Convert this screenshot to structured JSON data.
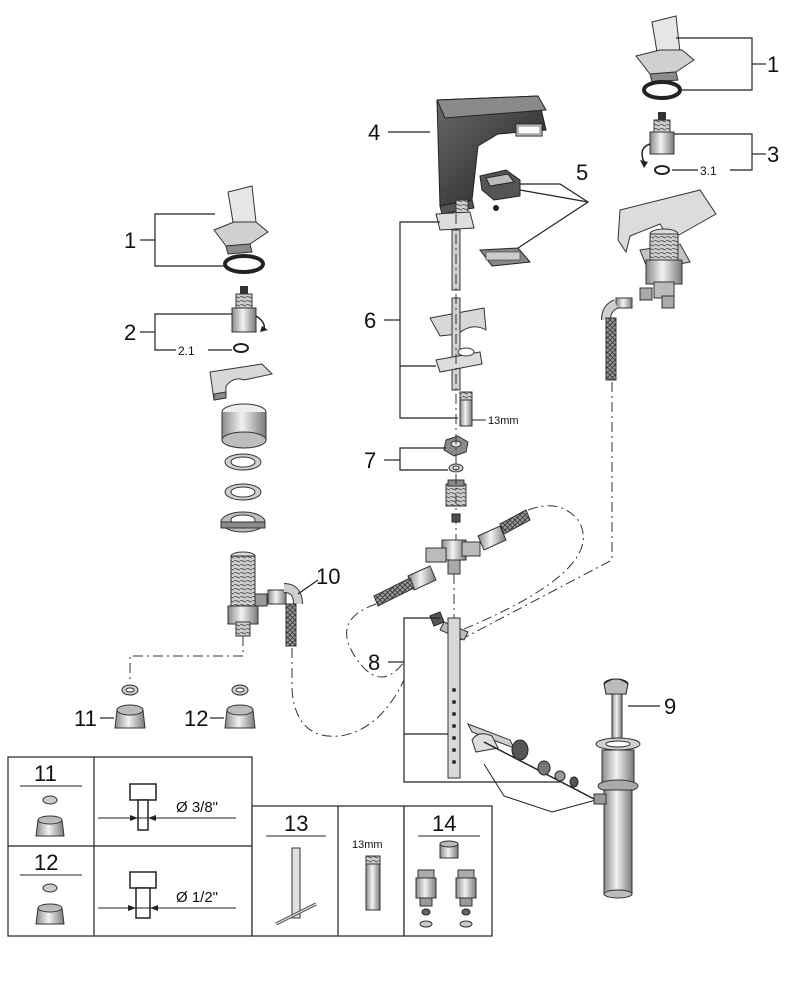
{
  "callouts": {
    "c1_left": "1",
    "c2_left": "2",
    "c21_left": "2.1",
    "c1_right": "1",
    "c3_right": "3",
    "c31_right": "3.1",
    "c4": "4",
    "c5": "5",
    "c6": "6",
    "c6_mm": "13mm",
    "c7": "7",
    "c8": "8",
    "c9": "9",
    "c10": "10",
    "c11": "11",
    "c12": "12"
  },
  "legend": {
    "row11_label": "11",
    "row11_dia": "Ø 3/8\"",
    "row12_label": "12",
    "row12_dia": "Ø 1/2\"",
    "box13_label": "13",
    "box13_mm": "13mm",
    "box14_label": "14"
  },
  "colors": {
    "line": "#222222",
    "part_light": "#d6d6d6",
    "part_mid": "#9a9a9a",
    "part_dark": "#3a3a3a",
    "hose": "#555555"
  }
}
